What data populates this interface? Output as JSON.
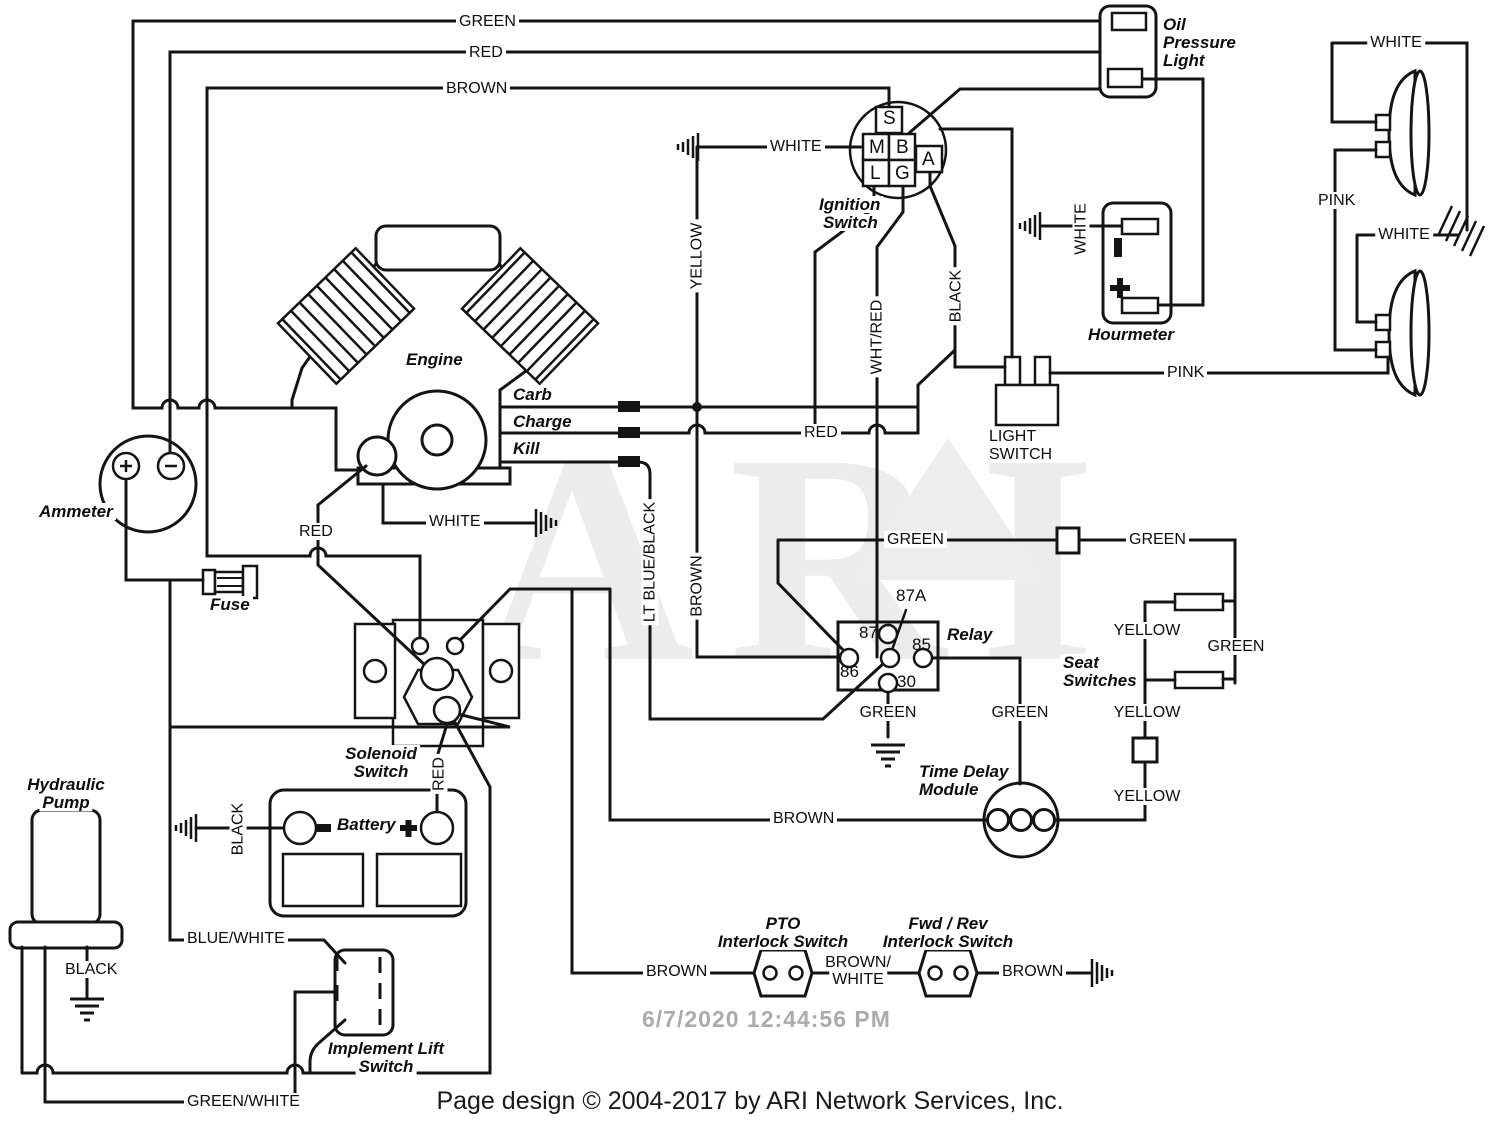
{
  "watermark": "ARI",
  "timestamp": "6/7/2020 12:44:56 PM",
  "footer": "Page design © 2004-2017 by ARI Network Services, Inc.",
  "colors": {
    "line": "#141414",
    "label": "#0d0d0d",
    "watermark": "#ececec",
    "timestamp": "#ababab"
  },
  "labels": {
    "green_top": "GREEN",
    "red_top": "RED",
    "brown_top": "BROWN",
    "white_ign": "WHITE",
    "yellow_v": "YELLOW",
    "whtred_v": "WHT/RED",
    "black_ign": "BLACK",
    "red_mid": "RED",
    "red_starter": "RED",
    "brown_v": "BROWN",
    "ltblue_v": "LT BLUE/BLACK",
    "white_engine": "WHITE",
    "green_row": "GREEN",
    "green_conn": "GREEN",
    "green_seat": "GREEN",
    "yellow_1": "YELLOW",
    "yellow_2": "YELLOW",
    "yellow_3": "YELLOW",
    "green_30": "GREEN",
    "green_85": "GREEN",
    "brown_tdm": "BROWN",
    "red_batt": "RED",
    "black_batt": "BLACK",
    "black_pump": "BLACK",
    "blue_white": "BLUE/WHITE",
    "green_white": "GREEN/WHITE",
    "brown_pto_left": "BROWN",
    "brown_white_1": "BROWN/",
    "brown_white_2": "WHITE",
    "brown_pto_right": "BROWN",
    "pink_switch": "PINK",
    "pink_lamp": "PINK",
    "white_lamp_top": "WHITE",
    "white_lamp_bottom": "WHITE",
    "white_hourmeter": "WHITE"
  },
  "components": {
    "oil_1": "Oil",
    "oil_2": "Pressure",
    "oil_3": "Light",
    "ignition_1": "Ignition",
    "ignition_2": "Switch",
    "engine": "Engine",
    "carb": "Carb",
    "charge": "Charge",
    "kill": "Kill",
    "hourmeter": "Hourmeter",
    "light_1": "LIGHT",
    "light_2": "SWITCH",
    "ammeter": "Ammeter",
    "fuse": "Fuse",
    "solenoid_1": "Solenoid",
    "solenoid_2": "Switch",
    "battery": "Battery",
    "relay": "Relay",
    "seat_1": "Seat",
    "seat_2": "Switches",
    "tdm_1": "Time Delay",
    "tdm_2": "Module",
    "pump_1": "Hydraulic",
    "pump_2": "Pump",
    "implement_1": "Implement Lift",
    "implement_2": "Switch",
    "pto_1": "PTO",
    "pto_2": "Interlock Switch",
    "fwdrev_1": "Fwd / Rev",
    "fwdrev_2": "Interlock Switch"
  },
  "ignition_pins": {
    "s": "S",
    "m": "M",
    "b": "B",
    "l": "L",
    "g": "G",
    "a": "A"
  },
  "relay_pins": {
    "p87": "87",
    "p86": "86",
    "p85": "85",
    "p30": "30",
    "p87a": "87A"
  }
}
